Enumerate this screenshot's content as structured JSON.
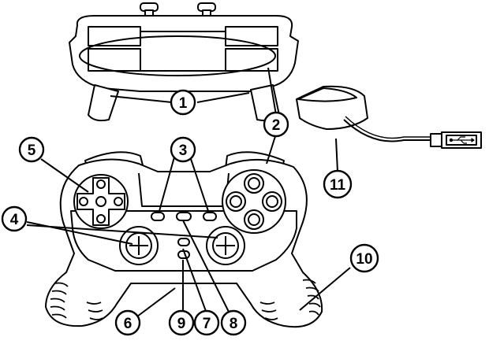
{
  "callouts": [
    {
      "id": "1",
      "text": "1"
    },
    {
      "id": "2",
      "text": "2"
    },
    {
      "id": "3",
      "text": "3"
    },
    {
      "id": "4",
      "text": "4"
    },
    {
      "id": "5",
      "text": "5"
    },
    {
      "id": "6",
      "text": "6"
    },
    {
      "id": "7",
      "text": "7"
    },
    {
      "id": "8",
      "text": "8"
    },
    {
      "id": "9",
      "text": "9"
    },
    {
      "id": "10",
      "text": "10"
    },
    {
      "id": "11",
      "text": "11"
    }
  ],
  "usb_logo_icon": "usb-symbol-icon"
}
